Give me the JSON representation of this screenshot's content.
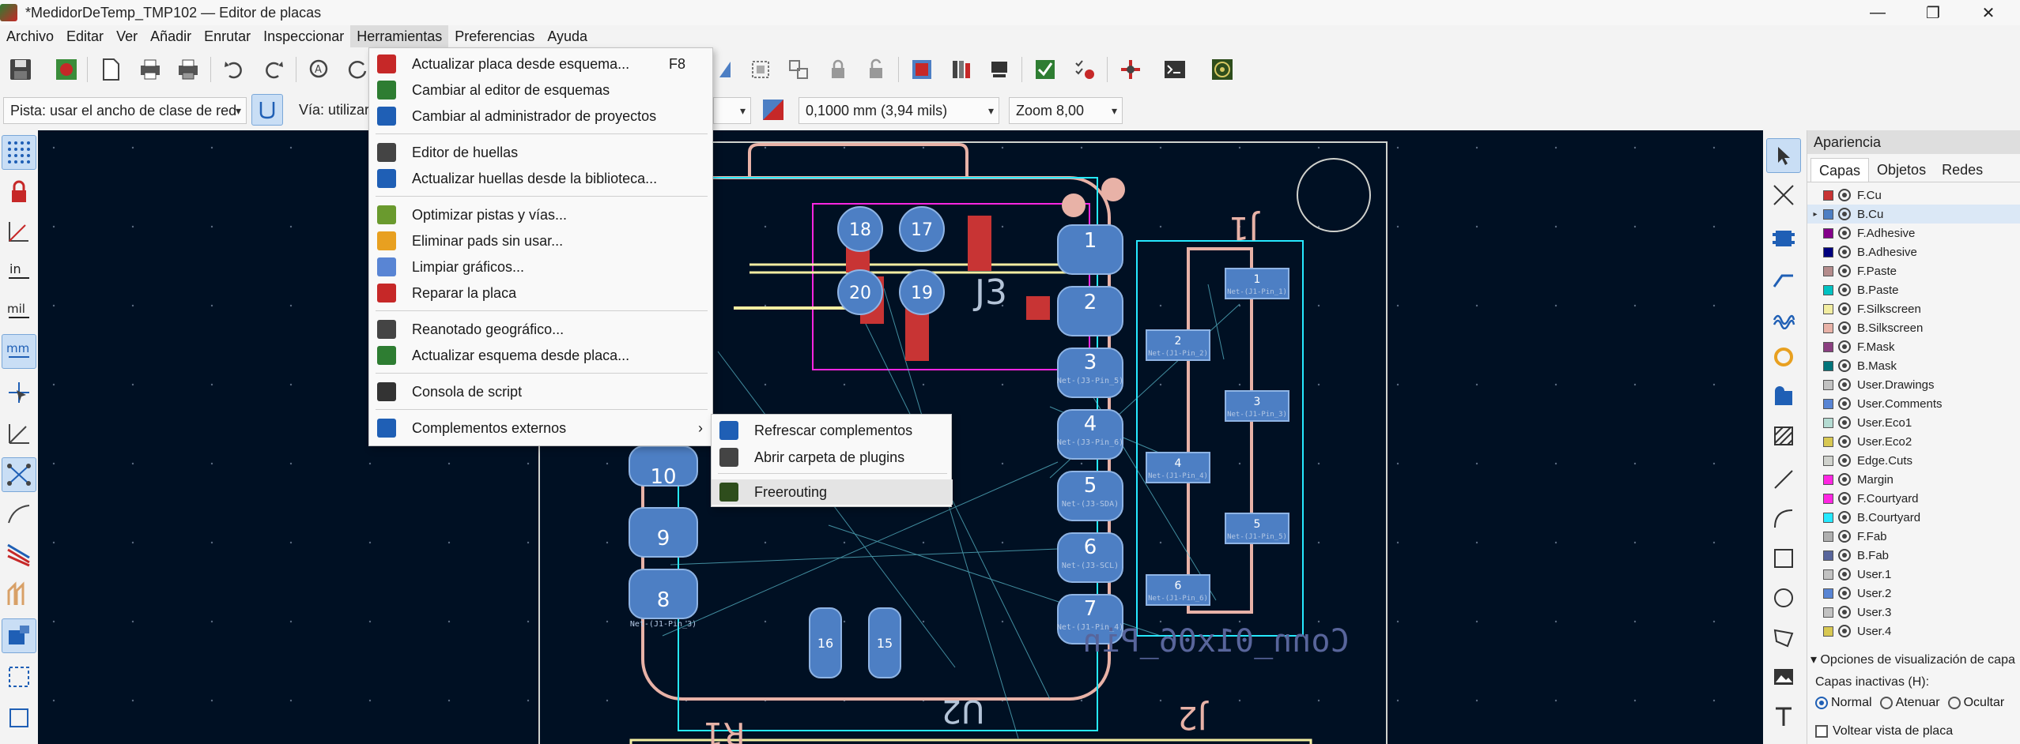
{
  "window": {
    "title": "*MedidorDeTemp_TMP102 — Editor de placas",
    "minimize": "—",
    "maximize": "❐",
    "close": "✕"
  },
  "menubar": [
    "Archivo",
    "Editar",
    "Ver",
    "Añadir",
    "Enrutar",
    "Inspeccionar",
    "Herramientas",
    "Preferencias",
    "Ayuda"
  ],
  "options_bar": {
    "track": "Pista: usar el ancho de clase de red",
    "via": "Vía: utilizar",
    "grid": "0,1000 mm (3,94 mils)",
    "zoom": "Zoom 8,00"
  },
  "tools_menu": {
    "items": [
      {
        "label": "Actualizar placa desde esquema...",
        "accel": "F8",
        "icon": "update-pcb-icon"
      },
      {
        "label": "Cambiar al editor de esquemas",
        "icon": "schematic-editor-icon"
      },
      {
        "label": "Cambiar al administrador de proyectos",
        "icon": "kicad-icon"
      },
      {
        "label": "Editor de huellas",
        "icon": "footprint-editor-icon"
      },
      {
        "label": "Actualizar huellas desde la biblioteca...",
        "icon": "refresh-footprints-icon"
      },
      {
        "label": "Optimizar pistas y vías...",
        "icon": "optimize-tracks-icon"
      },
      {
        "label": "Eliminar pads sin usar...",
        "icon": "remove-pads-icon"
      },
      {
        "label": "Limpiar gráficos...",
        "icon": "cleanup-graphics-icon"
      },
      {
        "label": "Reparar la placa",
        "icon": "repair-board-icon"
      },
      {
        "label": "Reanotado geográfico...",
        "icon": "reannotate-icon"
      },
      {
        "label": "Actualizar esquema desde placa...",
        "icon": "update-schematic-icon"
      },
      {
        "label": "Consola de script",
        "icon": "script-console-icon"
      },
      {
        "label": "Complementos externos",
        "icon": "plugins-icon",
        "submenu": true
      }
    ],
    "submenu": [
      {
        "label": "Refrescar complementos",
        "icon": "refresh-plugins-icon"
      },
      {
        "label": "Abrir carpeta de plugins",
        "icon": "folder-icon"
      },
      {
        "label": "Freerouting",
        "icon": "freerouting-icon"
      }
    ]
  },
  "appearance": {
    "title": "Apariencia",
    "tabs": [
      "Capas",
      "Objetos",
      "Redes"
    ],
    "layers": [
      {
        "name": "F.Cu",
        "color": "#c83434"
      },
      {
        "name": "B.Cu",
        "color": "#4d7fc4"
      },
      {
        "name": "F.Adhesive",
        "color": "#84008a"
      },
      {
        "name": "B.Adhesive",
        "color": "#00007e"
      },
      {
        "name": "F.Paste",
        "color": "#b48c8c"
      },
      {
        "name": "B.Paste",
        "color": "#00c2c2"
      },
      {
        "name": "F.Silkscreen",
        "color": "#f2eda1"
      },
      {
        "name": "B.Silkscreen",
        "color": "#e8b2a7"
      },
      {
        "name": "F.Mask",
        "color": "#8a3f80"
      },
      {
        "name": "B.Mask",
        "color": "#01747a"
      },
      {
        "name": "User.Drawings",
        "color": "#c2c2c2"
      },
      {
        "name": "User.Comments",
        "color": "#5985d4"
      },
      {
        "name": "User.Eco1",
        "color": "#b4dbd2"
      },
      {
        "name": "User.Eco2",
        "color": "#d8c852"
      },
      {
        "name": "Edge.Cuts",
        "color": "#d0d2cd"
      },
      {
        "name": "Margin",
        "color": "#ff26e2"
      },
      {
        "name": "F.Courtyard",
        "color": "#ff26e2"
      },
      {
        "name": "B.Courtyard",
        "color": "#26e9ff"
      },
      {
        "name": "F.Fab",
        "color": "#afafaf"
      },
      {
        "name": "B.Fab",
        "color": "#58659b"
      },
      {
        "name": "User.1",
        "color": "#c2c2c2"
      },
      {
        "name": "User.2",
        "color": "#5985d4"
      },
      {
        "name": "User.3",
        "color": "#c2c2c2"
      },
      {
        "name": "User.4",
        "color": "#d8c852"
      }
    ],
    "selected_layer": "B.Cu",
    "display_options": "Opciones de visualización de capa",
    "inactive_layers_label": "Capas inactivas (H):",
    "inactive_modes": [
      "Normal",
      "Atenuar",
      "Ocultar"
    ],
    "flip_view": "Voltear vista de placa"
  },
  "board": {
    "j3_label": "J3",
    "j1_label": "J1",
    "u2_label": "U2",
    "j2_label": "J2",
    "r1_label": "R1",
    "conn_label": "Conn_01x06_Pin",
    "j3_pads": [
      "18",
      "17",
      "20",
      "19"
    ],
    "u1_pads": [
      "1",
      "2",
      "3",
      "4",
      "5",
      "6",
      "7"
    ],
    "u1_left_pads": [
      "10",
      "9",
      "8"
    ],
    "u1_nets": [
      "Net-(J3-Pin_5)",
      "Net-(J3-Pin_6)",
      "Net-(J3-SDA)",
      "Net-(J3-SCL)",
      "Net-(J1-Pin_4)"
    ],
    "j1_pads": [
      "1",
      "2",
      "3",
      "4",
      "5",
      "6"
    ],
    "j1_nets": [
      "Net-(J1-Pin_1)",
      "Net-(J1-Pin_2)",
      "Net-(J1-Pin_3)",
      "Net-(J1-Pin_4)",
      "Net-(J1-Pin_5)",
      "Net-(J1-Pin_6)"
    ],
    "bottom_pads": [
      "16",
      "15"
    ],
    "net_left": "Net-(J1-Pin_3)"
  }
}
